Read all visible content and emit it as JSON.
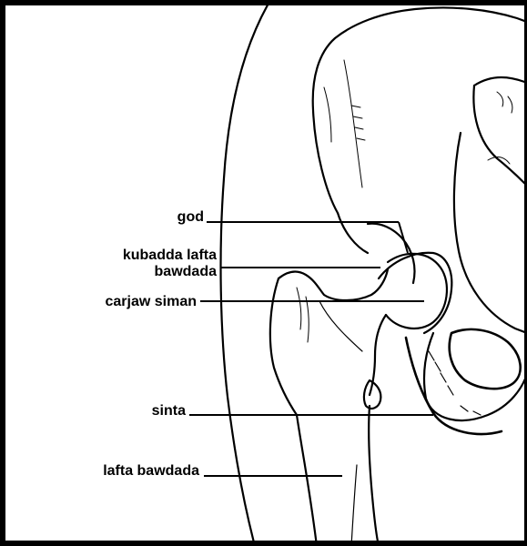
{
  "labels": {
    "god": "god",
    "femoral_neck_line1": "kubadda lafta",
    "femoral_neck_line2": "bawdada",
    "joint_line": "carjaw siman",
    "sinta": "sinta",
    "femur_shaft": "lafta bawdada"
  },
  "colors": {
    "ink": "#000000",
    "background": "#ffffff"
  }
}
